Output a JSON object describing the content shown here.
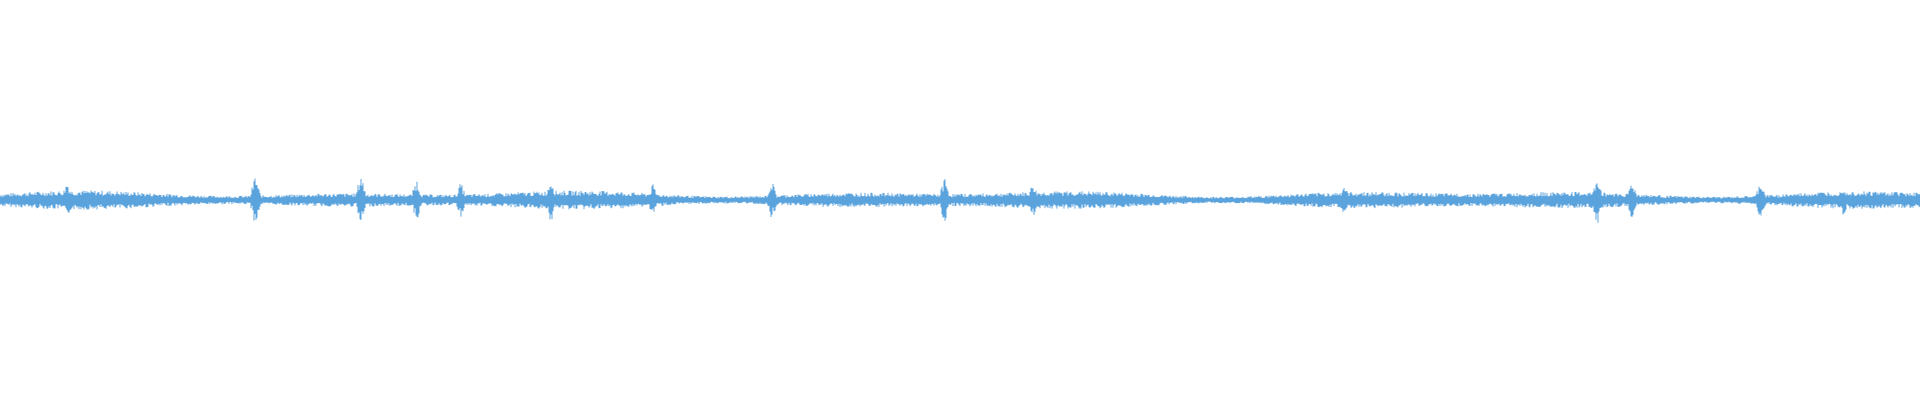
{
  "waveform": {
    "color": "#5ba3dc",
    "background": "#ffffff",
    "baseline_amplitude": 0.018,
    "seed": 7,
    "spikes": [
      {
        "t": 0.035,
        "a": 0.045
      },
      {
        "t": 0.133,
        "a": 0.06
      },
      {
        "t": 0.188,
        "a": 0.065
      },
      {
        "t": 0.217,
        "a": 0.05
      },
      {
        "t": 0.24,
        "a": 0.04
      },
      {
        "t": 0.287,
        "a": 0.055
      },
      {
        "t": 0.34,
        "a": 0.035
      },
      {
        "t": 0.402,
        "a": 0.045
      },
      {
        "t": 0.492,
        "a": 0.055
      },
      {
        "t": 0.538,
        "a": 0.04
      },
      {
        "t": 0.7,
        "a": 0.035
      },
      {
        "t": 0.832,
        "a": 0.06
      },
      {
        "t": 0.85,
        "a": 0.045
      },
      {
        "t": 0.917,
        "a": 0.045
      },
      {
        "t": 0.96,
        "a": 0.035
      }
    ]
  }
}
